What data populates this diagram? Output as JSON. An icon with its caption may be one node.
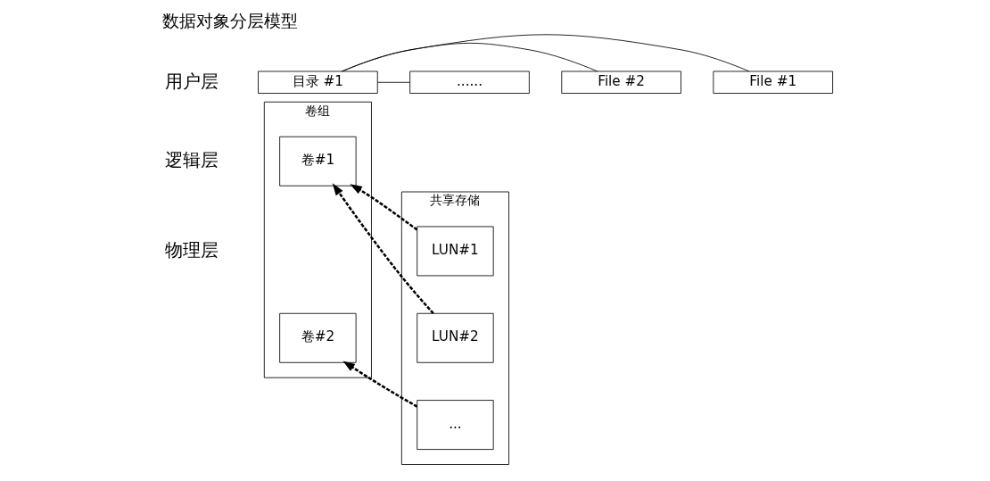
{
  "diagram": {
    "title": "数据对象分层模型",
    "nodes": [
      {
        "text": [
          "目录 #1"
        ]
      },
      {
        "text": [
          "File #1"
        ]
      },
      {
        "text": [
          "File #2"
        ]
      },
      {
        "text": [
          "......"
        ]
      },
      {
        "text": [
          "卷组"
        ]
      },
      {
        "text": [
          "卷#1"
        ],
        "in": 4
      },
      {
        "text": [
          "卷#2"
        ],
        "in": 4
      },
      {
        "text": [
          "共享存储"
        ]
      },
      {
        "text": [
          "LUN#1"
        ],
        "in": 7
      },
      {
        "text": [
          "LUN#2"
        ],
        "in": 7
      },
      {
        "text": [
          "..."
        ],
        "in": 7
      }
    ],
    "edges": [
      {
        "from": 0,
        "to": 1,
        "arrow": "none"
      },
      {
        "from": 0,
        "to": 2,
        "arrow": "none"
      },
      {
        "from": 0,
        "to": 3,
        "arrow": "none"
      },
      {
        "from": 8,
        "to": 5,
        "arrow": "to",
        "style": "dashed"
      },
      {
        "from": 9,
        "to": 5,
        "arrow": "to",
        "style": "dashed"
      },
      {
        "from": 10,
        "to": 6,
        "arrow": "to",
        "style": "dashed"
      }
    ],
    "labels": [
      "用户层",
      "逻辑层",
      "物理层"
    ]
  }
}
